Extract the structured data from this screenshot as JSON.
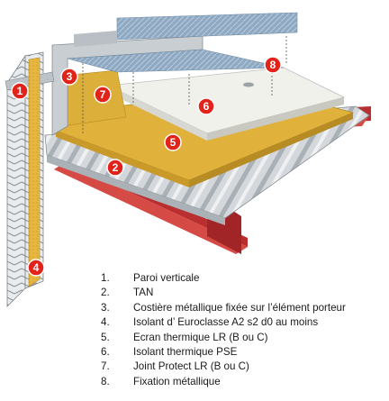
{
  "colors": {
    "badge": "#e2231a",
    "insulation": "#e0b23c",
    "pse": "#f1f1ec",
    "steel_beam": "#c9393a",
    "sheet_metal": "#c9ced3"
  },
  "badges": [
    {
      "num": "1",
      "target": "paroi-verticale"
    },
    {
      "num": "2",
      "target": "tan"
    },
    {
      "num": "3",
      "target": "costiere"
    },
    {
      "num": "4",
      "target": "isolant-euroclasse"
    },
    {
      "num": "5",
      "target": "ecran-thermique"
    },
    {
      "num": "6",
      "target": "isolant-pse"
    },
    {
      "num": "7",
      "target": "joint-protect"
    },
    {
      "num": "8",
      "target": "fixation"
    }
  ],
  "legend": [
    {
      "num": "1.",
      "label": "Paroi verticale"
    },
    {
      "num": "2.",
      "label": "TAN"
    },
    {
      "num": "3.",
      "label": "Costière métallique fixée sur l’élément porteur"
    },
    {
      "num": "4.",
      "label": "Isolant d’ Euroclasse A2 s2 d0 au moins"
    },
    {
      "num": "5.",
      "label": "Ecran thermique LR (B ou C)"
    },
    {
      "num": "6.",
      "label": "Isolant thermique PSE"
    },
    {
      "num": "7.",
      "label": "Joint Protect LR (B ou C)"
    },
    {
      "num": "8.",
      "label": "Fixation métallique"
    }
  ]
}
